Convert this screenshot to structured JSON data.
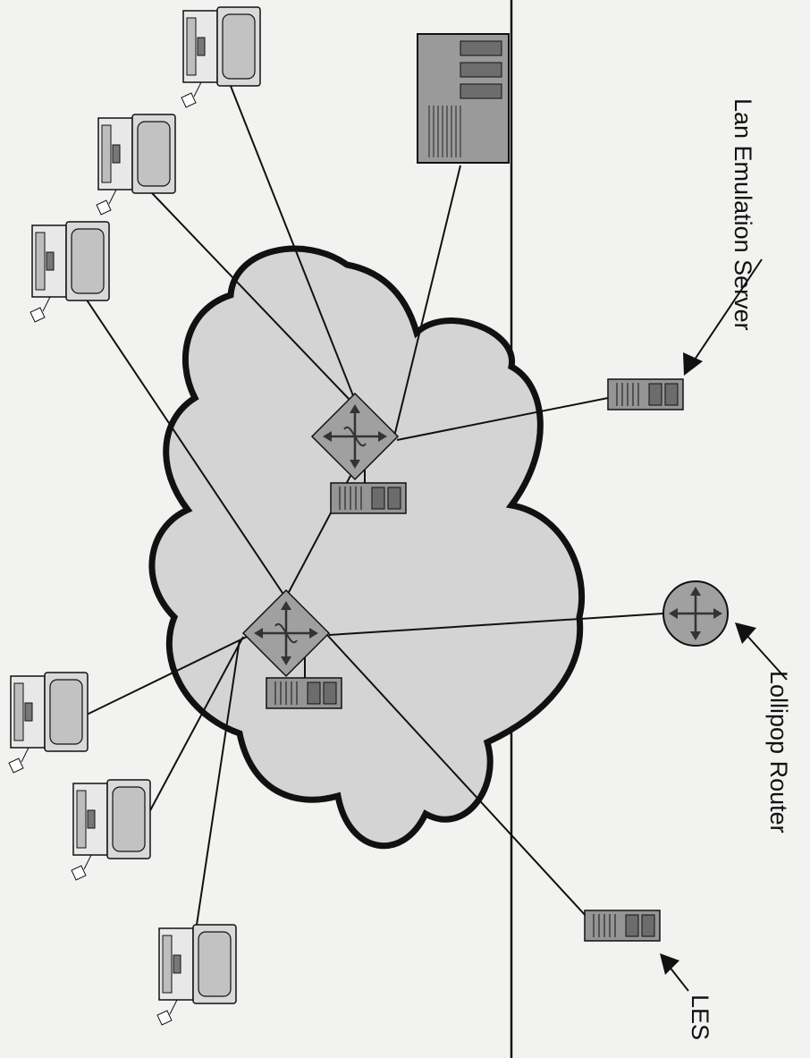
{
  "labels": {
    "lan_emulation_server": "Lan Emulation Server",
    "lollipop_router": "Lollipop Router",
    "les": "LES"
  },
  "icons": {
    "workstation": "workstation-icon",
    "server_box": "server-icon",
    "atm_switch": "atm-switch-icon",
    "router": "router-icon",
    "cloud": "atm-network-cloud",
    "mainframe": "mainframe-icon"
  },
  "colors": {
    "cloud_fill": "#d4d4d4",
    "device_fill": "#8e8e8e",
    "outline": "#111111",
    "background": "#f2f2f0"
  }
}
